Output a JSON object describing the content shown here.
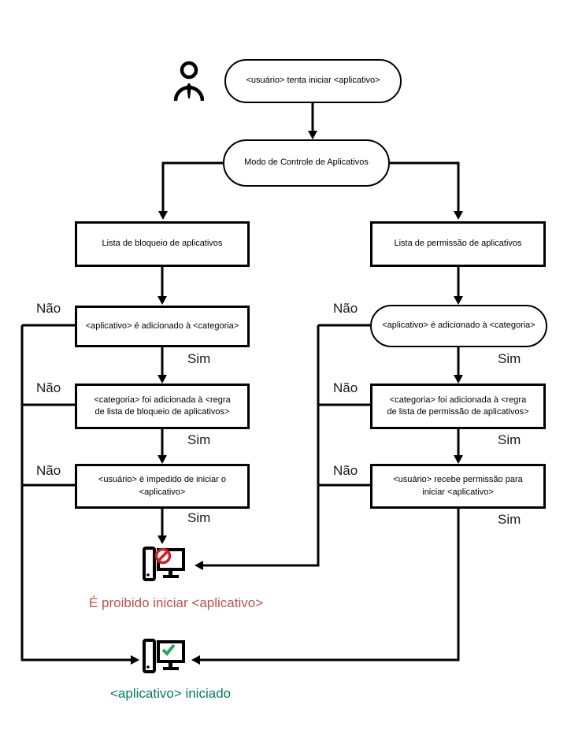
{
  "labels": {
    "yes": "Sim",
    "no": "Não"
  },
  "nodes": {
    "start": "<usuário> tenta iniciar <aplicativo>",
    "mode": "Modo de Controle de Aplicativos",
    "block_list": "Lista de bloqueio de aplicativos",
    "allow_list": "Lista de permissão de aplicativos",
    "block_app_added": "<aplicativo> é adicionado à <categoria>",
    "allow_app_added": "<aplicativo> é adicionado à <categoria>",
    "block_category_added": "<categoria> foi adicionada à <regra de lista de bloqueio de aplicativos>",
    "allow_category_added": "<categoria> foi adicionada à <regra de lista de permissão de aplicativos>",
    "block_user_prevented": "<usuário> é impedido de iniciar o <aplicativo>",
    "allow_user_permitted": "<usuário> recebe permissão para iniciar <aplicativo>"
  },
  "results": {
    "forbidden": "É proibido iniciar <aplicativo>",
    "started": "<aplicativo> iniciado"
  },
  "icons": {
    "person": "user-icon",
    "blocked_computer": "computer-blocked-icon",
    "started_computer": "computer-started-icon"
  },
  "colors": {
    "line": "#000000",
    "forbidden_text": "#c0504d",
    "forbidden_sign": "#cc2026",
    "success_text": "#00796b",
    "success_check": "#2aa561"
  }
}
